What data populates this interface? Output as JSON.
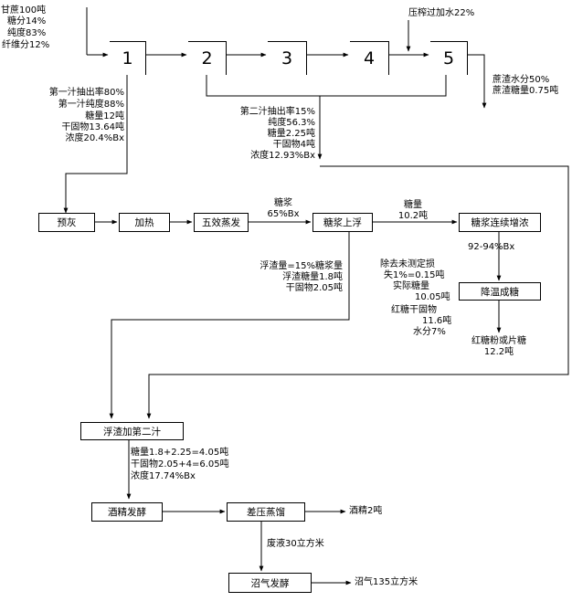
{
  "input": {
    "lines": [
      "甘蔗100吨",
      "糖分14%",
      "纯度83%",
      "纤维分12%"
    ]
  },
  "mills": [
    "1",
    "2",
    "3",
    "4",
    "5"
  ],
  "imbibition": "压榨过加水22%",
  "bagasse": [
    "蔗渣水分50%",
    "蔗渣糖量0.75吨"
  ],
  "first_juice": [
    "第一汁抽出率80%",
    "第一汁纯度88%",
    "糖量12吨",
    "干固物13.64吨",
    "浓度20.4%Bx"
  ],
  "second_juice": [
    "第二汁抽出率15%",
    "纯度56.3%",
    "糖量2.25吨",
    "干固物4吨",
    "浓度12.93%Bx"
  ],
  "boxes": {
    "liming": "预灰",
    "heating": "加热",
    "evaporation": "五效蒸发",
    "flotation": "糖浆上浮",
    "concentration": "糖浆连续增浓",
    "cooling": "降温成糖",
    "scum_mix": "浮渣加第二汁",
    "fermentation": "酒精发酵",
    "distillation": "差压蒸馏",
    "biogas": "沼气发酵"
  },
  "syrup_label": [
    "糖浆",
    "65%Bx"
  ],
  "sugar_label": [
    "糖量",
    "10.2吨"
  ],
  "bx_after": "92-94%Bx",
  "scum": [
    "浮渣量=15%糖浆量",
    "浮渣糖量1.8吨",
    "干固物2.05吨"
  ],
  "loss": [
    "除去未测定损",
    "失1%=0.15吨",
    "实际糖量",
    "10.05吨",
    "红糖干固物",
    "11.6吨",
    "水分7%"
  ],
  "product": [
    "红糖粉或片糖",
    "12.2吨"
  ],
  "mix_values": [
    "糖量1.8+2.25=4.05吨",
    "干固物2.05+4=6.05吨",
    "浓度17.74%Bx"
  ],
  "alcohol": "酒精2吨",
  "wastewater": "废液30立方米",
  "biogas_out": "沼气135立方米"
}
